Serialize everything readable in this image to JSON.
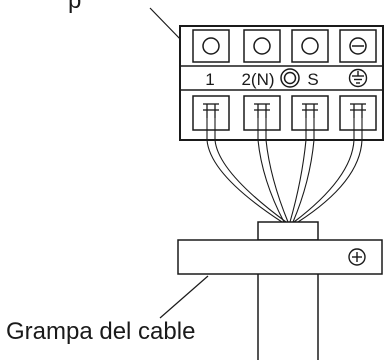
{
  "diagram": {
    "terminal_block": {
      "terminals": [
        {
          "label": "1",
          "top_symbol": "screw"
        },
        {
          "label": "2(N)",
          "top_symbol": "screw",
          "extra_symbol": "double-circle"
        },
        {
          "label": "S",
          "top_symbol": "screw"
        },
        {
          "label": "",
          "top_symbol": "minus-screw",
          "ground": true
        }
      ]
    },
    "cable_clamp": {
      "label": "Grampa del cable",
      "screw_symbol": "plus-screw"
    },
    "top_label_partial": "p"
  }
}
